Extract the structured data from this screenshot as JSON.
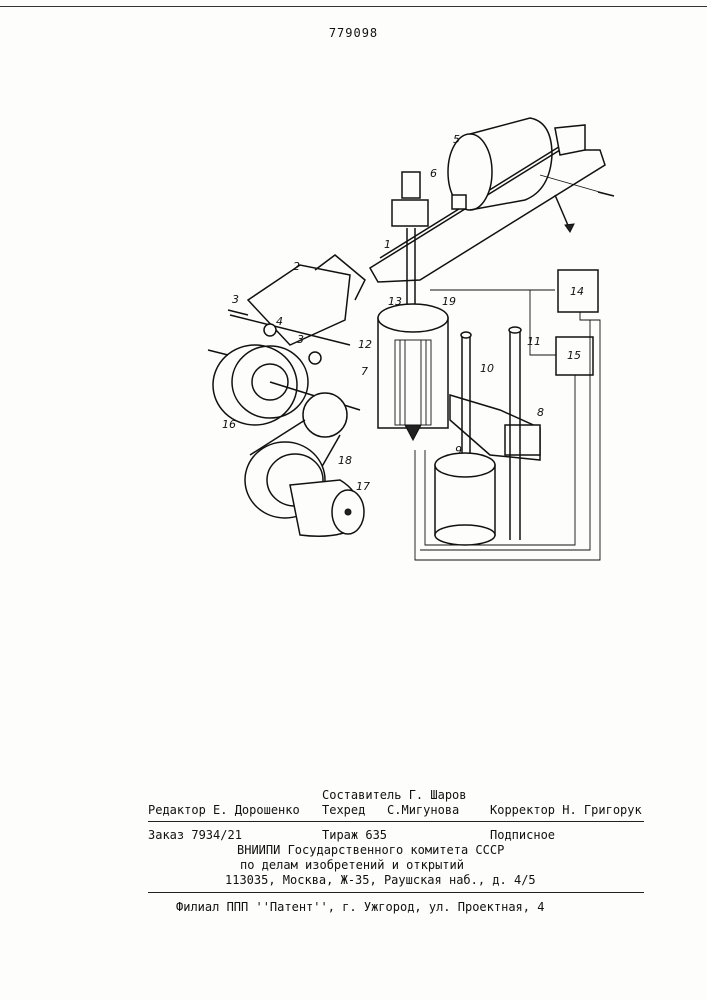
{
  "header": {
    "patent_number": "779098"
  },
  "figure": {
    "labels": [
      "1",
      "2",
      "3",
      "3",
      "4",
      "5",
      "6",
      "7",
      "8",
      "9",
      "10",
      "11",
      "12",
      "13",
      "14",
      "15",
      "16",
      "17",
      "18",
      "19"
    ]
  },
  "credits": {
    "compiler": "Составитель Г. Шаров",
    "editor": "Редактор Е. Дорошенко",
    "techred": "Техред   С.Мигунова",
    "corrector": "Корректор Н. Григорук",
    "order": "Заказ 7934/21",
    "circulation": "Тираж 635",
    "subscription": "Подписное",
    "institute": "ВНИИПИ Государственного комитета СССР",
    "committee": "по делам изобретений и открытий",
    "address": "113035, Москва, Ж-35, Раушская наб., д. 4/5",
    "branch": "Филиал ППП ''Патент'', г. Ужгород, ул. Проектная, 4"
  }
}
